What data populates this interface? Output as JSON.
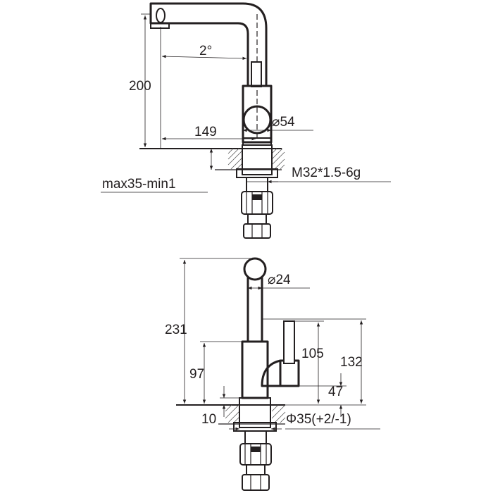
{
  "dimensions": {
    "angle": "2°",
    "height_200": "200",
    "reach_149": "149",
    "body_diameter": "⌀54",
    "deck_thickness": "max35-min1",
    "thread": "M32*1.5-6g",
    "spout_diameter": "⌀24",
    "height_231": "231",
    "height_105": "105",
    "height_132": "132",
    "height_97": "97",
    "height_47": "47",
    "base_10": "10",
    "hole_diameter": "Φ35(+2/-1)"
  }
}
